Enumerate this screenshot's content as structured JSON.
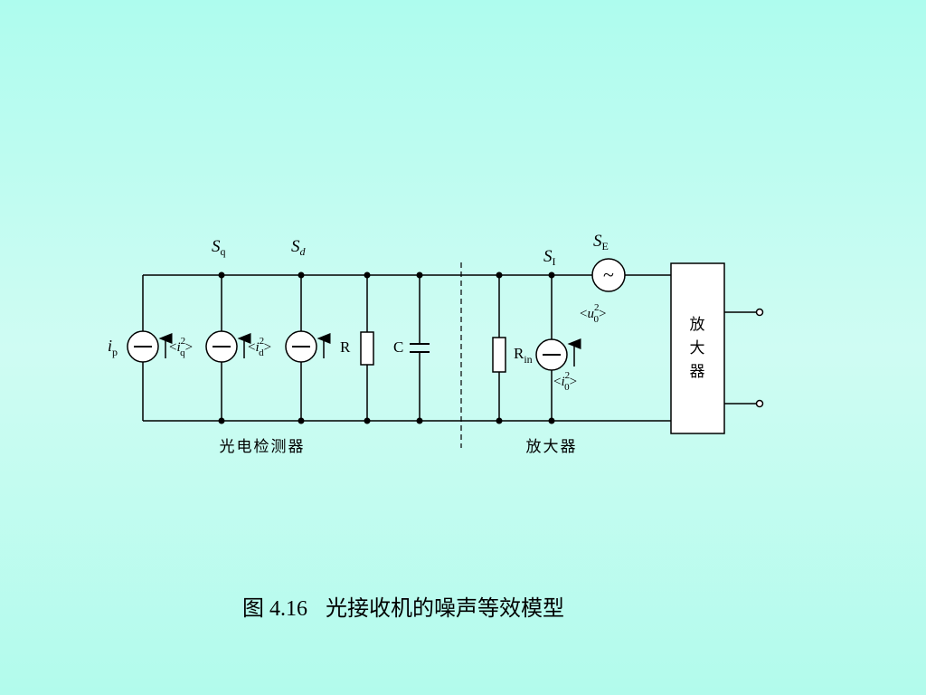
{
  "labels": {
    "sq": {
      "main": "S",
      "sub": "q"
    },
    "sd": {
      "main": "S",
      "sub": "d"
    },
    "si": {
      "main": "S",
      "sub": "I"
    },
    "se": {
      "main": "S",
      "sub": "E"
    },
    "ip": {
      "main": "i",
      "sub": "p"
    },
    "iq2": {
      "open": "<",
      "main": "i",
      "sup": "2",
      "sub": "q",
      "close": ">"
    },
    "id2": {
      "open": "<",
      "main": "i",
      "sup": "2",
      "sub": "d",
      "close": ">"
    },
    "i02": {
      "open": "<",
      "main": "i",
      "sup": "2",
      "sub": "0",
      "close": ">"
    },
    "u02": {
      "open": "<",
      "main": "u",
      "sup": "2",
      "sub": "0",
      "close": ">"
    },
    "r": "R",
    "c": "C",
    "rin": {
      "main": "R",
      "sub": "in"
    },
    "amp_box": [
      "放",
      "大",
      "器"
    ],
    "detector_section": "光电检测器",
    "amplifier_section": "放大器",
    "tilde": "~"
  },
  "caption": {
    "figure_no": "图 4.16",
    "title": "光接收机的噪声等效模型"
  }
}
